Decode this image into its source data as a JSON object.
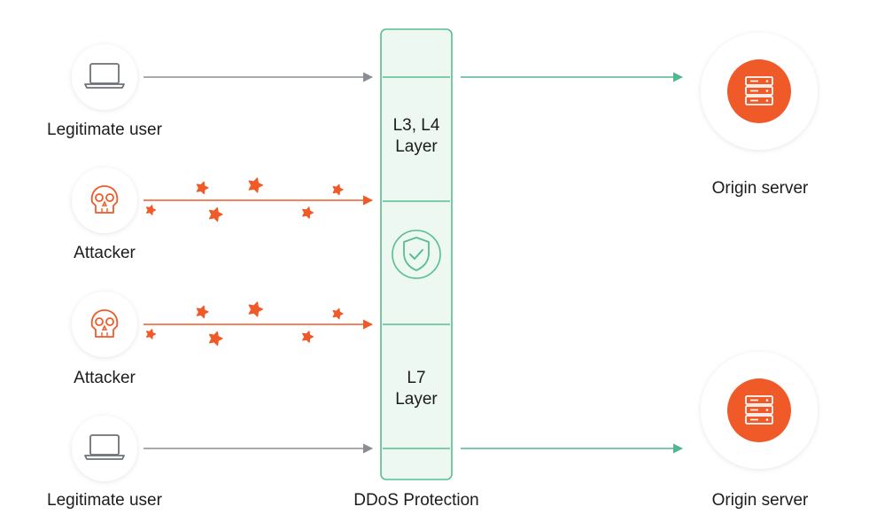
{
  "sources": [
    {
      "label": "Legitimate user",
      "icon": "laptop-icon",
      "kind": "legit"
    },
    {
      "label": "Attacker",
      "icon": "skull-icon",
      "kind": "attack"
    },
    {
      "label": "Attacker",
      "icon": "skull-icon",
      "kind": "attack"
    },
    {
      "label": "Legitimate user",
      "icon": "laptop-icon",
      "kind": "legit"
    }
  ],
  "protection": {
    "label": "DDoS Protection",
    "layer_top": "L3, L4\nLayer",
    "layer_bottom": "L7\nLayer",
    "center_icon": "shield-check-icon"
  },
  "servers": [
    {
      "label": "Origin server",
      "icon": "server-icon"
    },
    {
      "label": "Origin server",
      "icon": "server-icon"
    }
  ],
  "colors": {
    "legit_arrow": "#8a8d93",
    "attack": "#f05a28",
    "protected_arrow": "#4fb88f",
    "panel_fill": "#ecf8f1",
    "panel_border": "#59bd91",
    "server_orange": "#f05a28",
    "circle_shadow": "#e6e6e6"
  }
}
